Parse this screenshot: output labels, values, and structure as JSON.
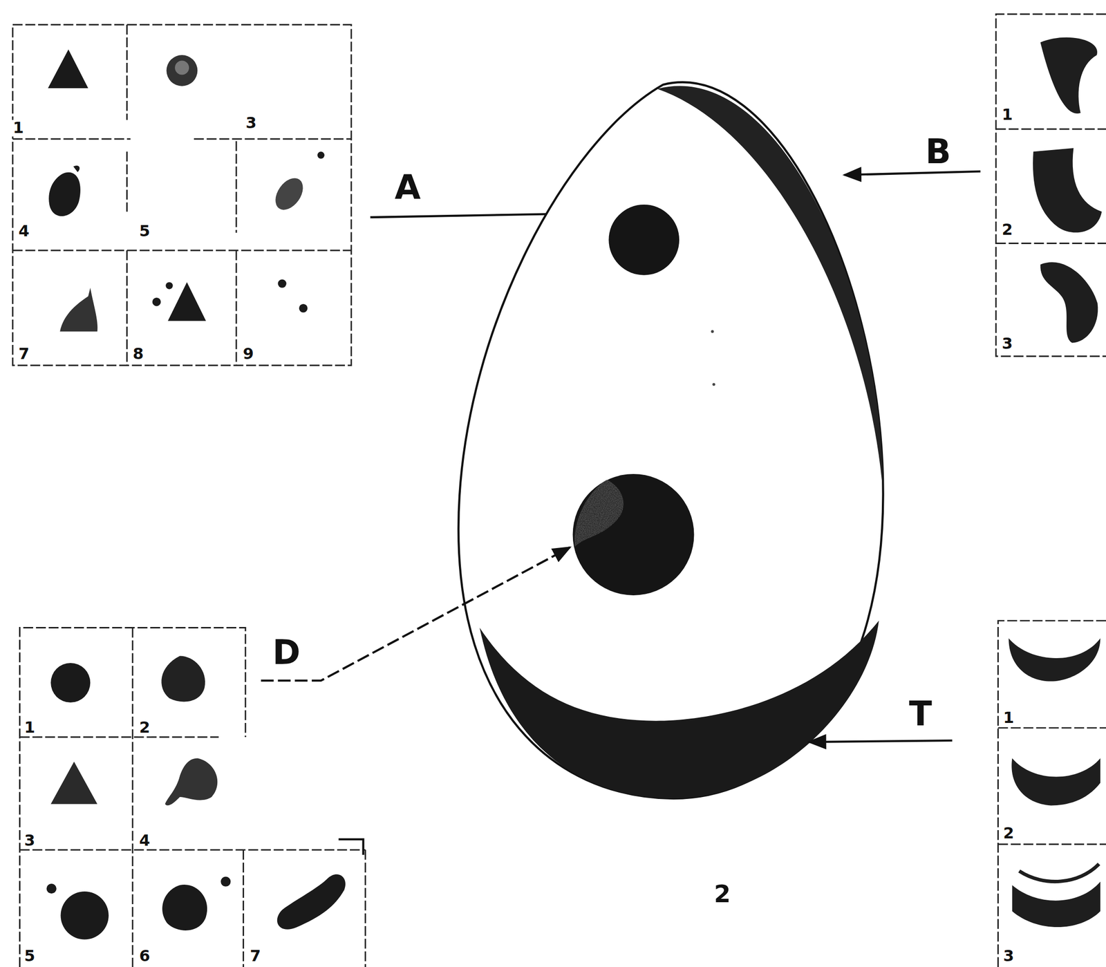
{
  "diagram": {
    "labels": [
      "1",
      "3",
      "4",
      "5",
      "7",
      "8",
      "9",
      "A",
      "B",
      "1",
      "2",
      "3",
      "D",
      "1",
      "2",
      "3",
      "4",
      "5",
      "6",
      "7",
      "T",
      "1",
      "2",
      "3",
      "2"
    ]
  }
}
